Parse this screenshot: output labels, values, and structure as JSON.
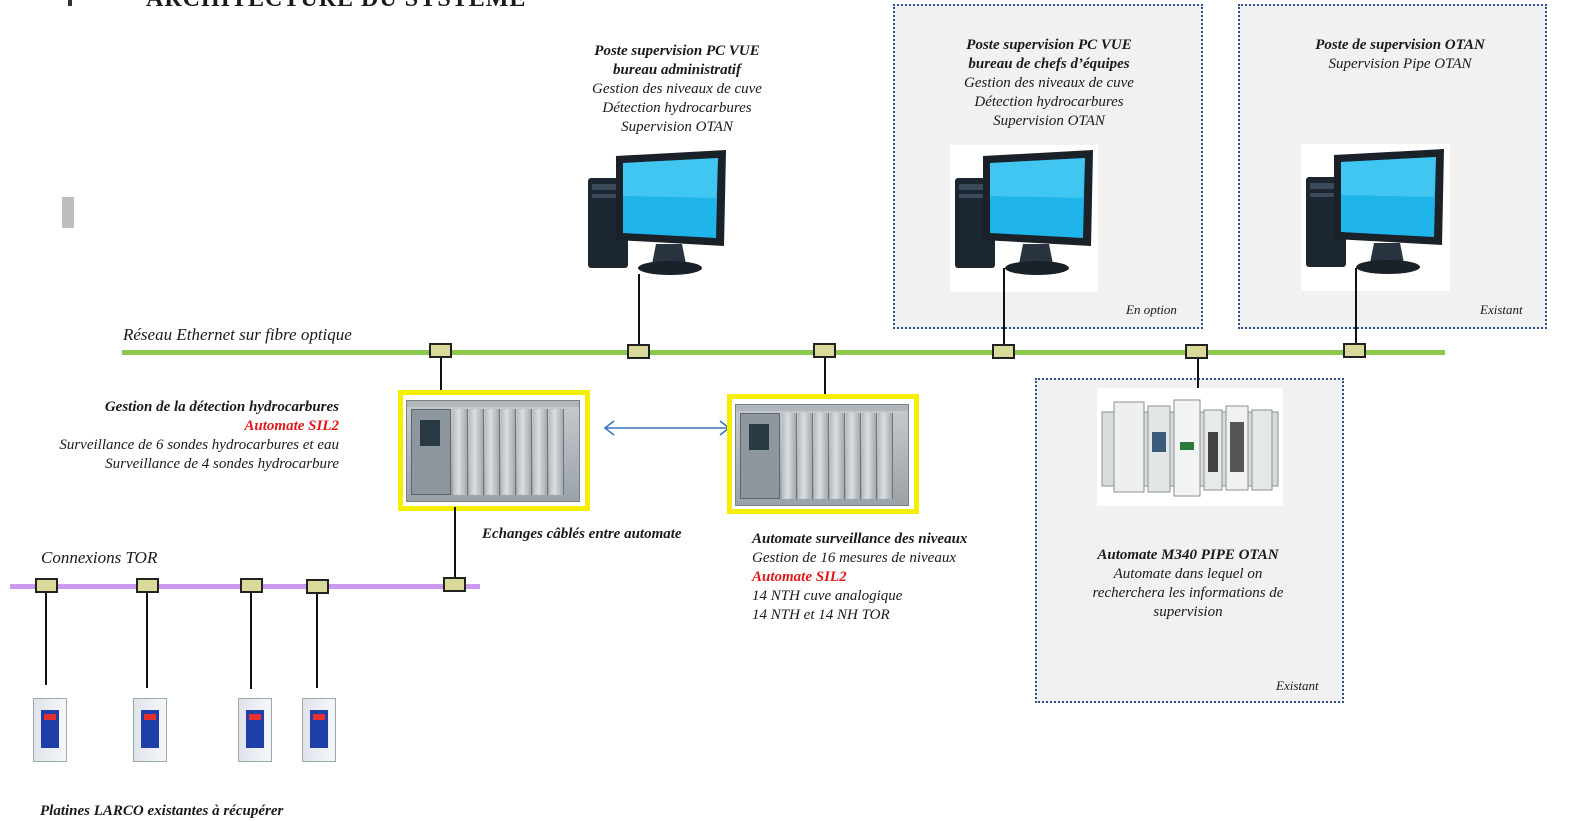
{
  "header": {
    "title": "ARCHITECTURE DU SYSTEME"
  },
  "network": {
    "ethernet_label": "Réseau Ethernet sur fibre optique",
    "tor_label": "Connexions TOR",
    "exchange_label": "Echanges câblés entre automate",
    "ethernet_color": "#8cc84b",
    "tor_color": "#cc99ee"
  },
  "stations": {
    "admin": {
      "title_line1": "Poste supervision PC VUE",
      "title_line2": "bureau administratif",
      "line1": "Gestion des niveaux de cuve",
      "line2": "Détection hydrocarbures",
      "line3": "Supervision OTAN"
    },
    "chefs": {
      "title_line1": "Poste supervision PC VUE",
      "title_line2": "bureau de chefs d’équipes",
      "line1": "Gestion des niveaux de cuve",
      "line2": "Détection hydrocarbures",
      "line3": "Supervision OTAN",
      "tag": "En option"
    },
    "otan": {
      "title": "Poste de supervision OTAN",
      "line1": "Supervision Pipe OTAN",
      "tag": "Existant"
    }
  },
  "plc_hydro": {
    "title": "Gestion de la détection hydrocarbures",
    "subtitle": "Automate SIL2",
    "line1": "Surveillance de 6 sondes hydrocarbures et eau",
    "line2": "Surveillance de 4 sondes hydrocarbure"
  },
  "plc_levels": {
    "title": "Automate surveillance des niveaux",
    "line1": "Gestion de 16 mesures de niveaux",
    "subtitle": "Automate SIL2",
    "line2": "14 NTH cuve analogique",
    "line3": "14 NTH et 14 NH TOR"
  },
  "plc_m340": {
    "title": "Automate M340 PIPE OTAN",
    "line1": "Automate dans lequel on",
    "line2": "recherchera les informations de",
    "line3": "supervision",
    "tag": "Existant"
  },
  "larco": {
    "caption": "Platines LARCO existantes à récupérer"
  },
  "colors": {
    "highlight": "#f4ee00",
    "accent_red": "#e0181c",
    "box_border": "#2f4f8a"
  }
}
